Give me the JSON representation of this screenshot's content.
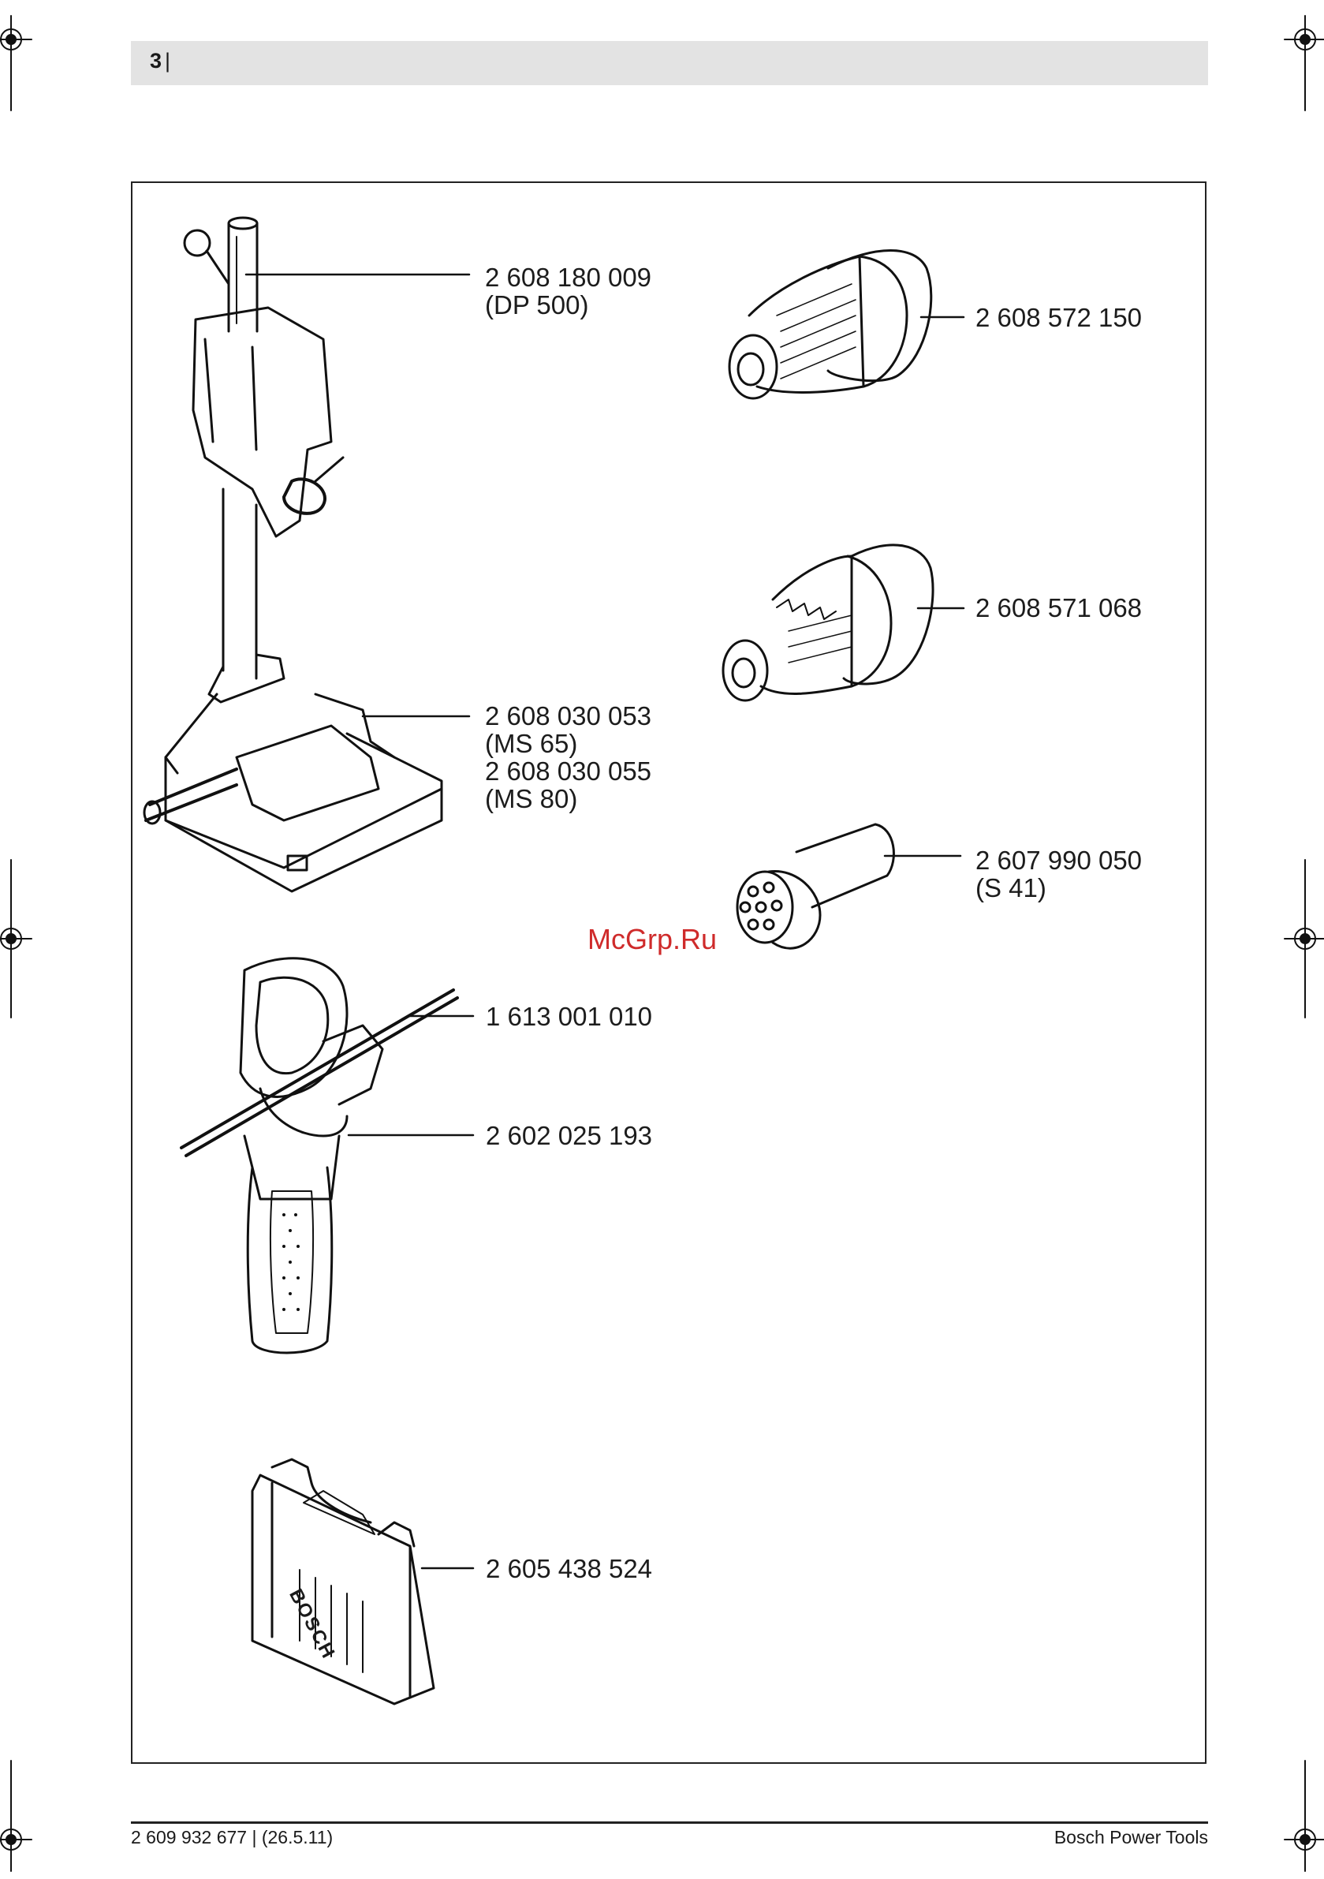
{
  "header": {
    "page_number": "3",
    "separator": "|"
  },
  "items": [
    {
      "part_number": "2 608 180 009",
      "model": "(DP 500)"
    },
    {
      "part_number": "2 608 572 150"
    },
    {
      "part_number": "2 608 571 068"
    },
    {
      "part_number_1": "2 608 030 053",
      "model_1": "(MS 65)",
      "part_number_2": "2 608 030 055",
      "model_2": "(MS 80)"
    },
    {
      "part_number": "2 607 990 050",
      "model": "(S 41)"
    },
    {
      "part_number": "1 613 001 010"
    },
    {
      "part_number": "2 602 025 193"
    },
    {
      "part_number": "2 605 438 524"
    }
  ],
  "case_brand": "BOSCH",
  "watermark": "McGrp.Ru",
  "footer": {
    "doc_id": "2 609 932 677 | (26.5.11)",
    "brand": "Bosch Power Tools"
  }
}
